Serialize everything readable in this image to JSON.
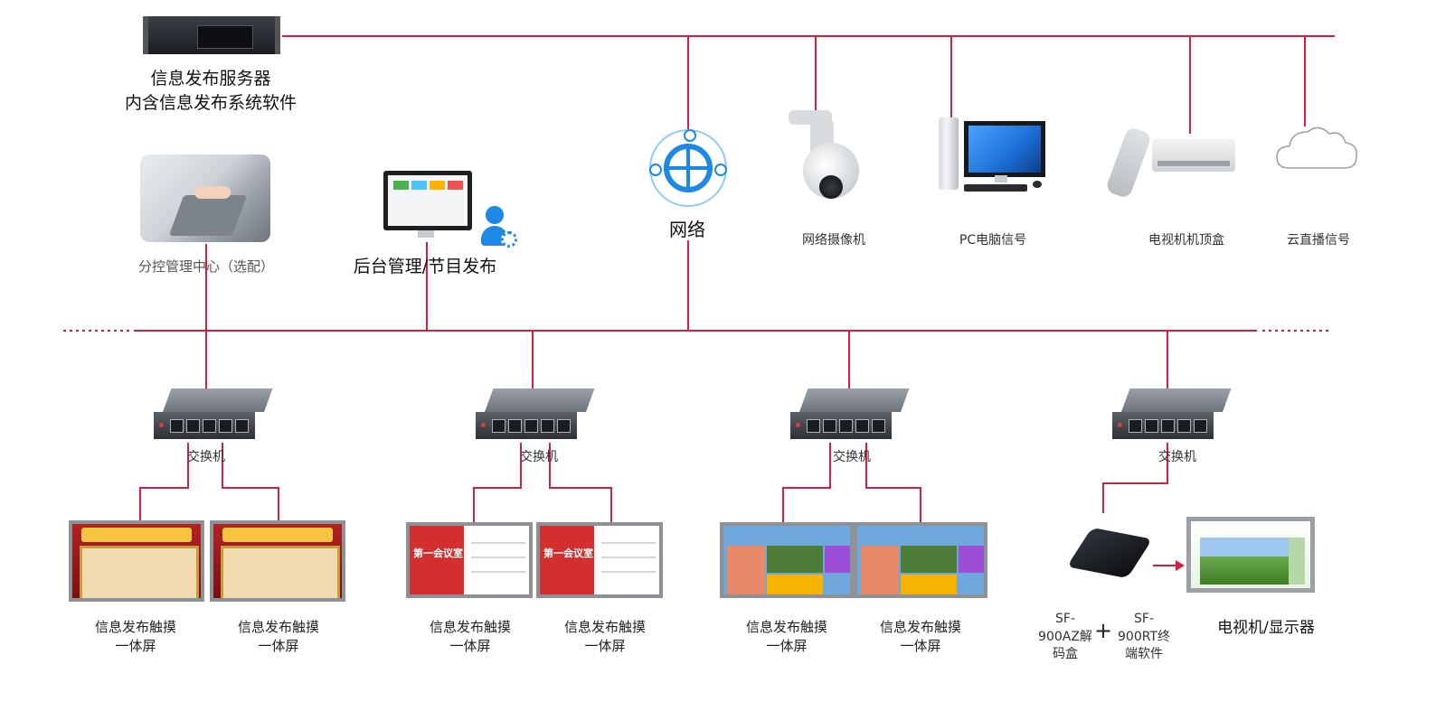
{
  "top": {
    "server_label_1": "信息发布服务器",
    "server_label_2": "内含信息发布系统软件",
    "branch_center_label": "分控管理中心（选配）",
    "backend_label": "后台管理/节目发布",
    "network_label": "网络",
    "sources": [
      {
        "label": "网络摄像机",
        "icon": "ip-camera-icon"
      },
      {
        "label": "PC电脑信号",
        "icon": "desktop-pc-icon"
      },
      {
        "label": "电视机机顶盒",
        "icon": "set-top-box-icon"
      },
      {
        "label": "云直播信号",
        "icon": "cloud-icon"
      }
    ]
  },
  "switches": [
    {
      "label": "交换机"
    },
    {
      "label": "交换机"
    },
    {
      "label": "交换机"
    },
    {
      "label": "交换机"
    }
  ],
  "terminals": [
    {
      "line1": "信息发布触摸",
      "line2": "一体屏"
    },
    {
      "line1": "信息发布触摸",
      "line2": "一体屏"
    },
    {
      "line1": "信息发布触摸",
      "line2": "一体屏"
    },
    {
      "line1": "信息发布触摸",
      "line2": "一体屏"
    },
    {
      "line1": "信息发布触摸",
      "line2": "一体屏"
    },
    {
      "line1": "信息发布触摸",
      "line2": "一体屏"
    }
  ],
  "screen_text": {
    "meeting_room": "第一会议室"
  },
  "decoder": {
    "box_l1": "SF-",
    "box_l2": "900AZ解",
    "box_l3": "码盒",
    "plus": "+",
    "sw_l1": "SF-",
    "sw_l2": "900RT终",
    "sw_l3": "端软件",
    "tv_label": "电视机/显示器"
  },
  "colors": {
    "wire": "#d81e3a",
    "accent_blue": "#1e88e5"
  }
}
